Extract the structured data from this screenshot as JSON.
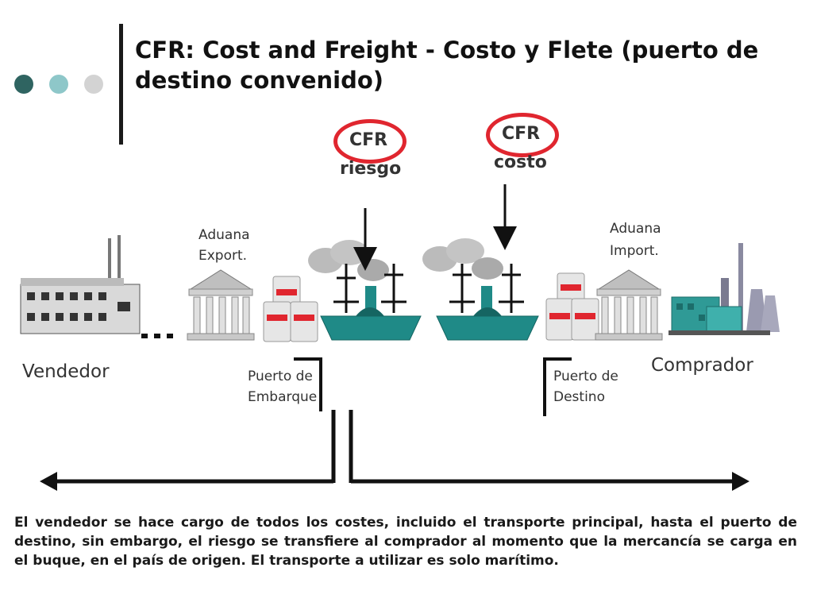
{
  "title": "CFR: Cost and Freight - Costo y Flete (puerto de destino convenido)",
  "badges": [
    {
      "label": "CFR",
      "sub": "riesgo"
    },
    {
      "label": "CFR",
      "sub": "costo"
    }
  ],
  "labels": {
    "aduana_export": [
      "Aduana",
      "Export."
    ],
    "aduana_import": [
      "Aduana",
      "Import."
    ],
    "vendedor": "Vendedor",
    "comprador": "Comprador",
    "puerto_embarque": [
      "Puerto de",
      "Embarque"
    ],
    "puerto_destino": [
      "Puerto de",
      "Destino"
    ]
  },
  "description": "El vendedor se hace cargo de todos los costes, incluido el transporte principal, hasta el puerto de destino, sin embargo, el riesgo se transfiere al comprador al  momento que la mercancía se carga en el buque, en el país de origen. El transporte a utilizar es solo marítimo.",
  "colors": {
    "accent_red": "#e0262f",
    "ship_teal": "#1f8a87",
    "dot_dark": "#2f6461",
    "dot_light": "#8ec7c9",
    "dot_grey": "#d3d3d3"
  },
  "icons": [
    "factory-icon",
    "customs-building-icon",
    "cargo-container-icon",
    "steamship-icon",
    "industrial-plant-icon"
  ]
}
